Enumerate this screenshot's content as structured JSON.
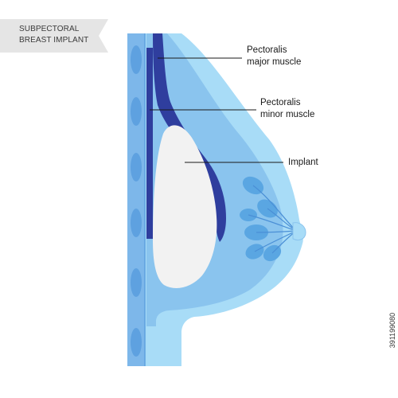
{
  "title": {
    "line1": "SUBPECTORAL",
    "line2": "BREAST IMPLANT"
  },
  "labels": {
    "pectoralis_major": {
      "line1": "Pectoralis",
      "line2": "major muscle"
    },
    "pectoralis_minor": {
      "line1": "Pectoralis",
      "line2": "minor muscle"
    },
    "implant": "Implant"
  },
  "side_id": "391199080",
  "colors": {
    "background": "#ffffff",
    "banner": "#e5e5e5",
    "outer_tissue": "#a8dcf7",
    "inner_tissue": "#8ac4ee",
    "chest_wall": "#7db7ea",
    "rib_spots": "#5ea1e0",
    "muscle": "#2f3e9e",
    "implant": "#f2f2f2",
    "glands": "#5aa6e2",
    "nipple": "#a8dcf7",
    "leader_lines": "#1a1a1a"
  }
}
